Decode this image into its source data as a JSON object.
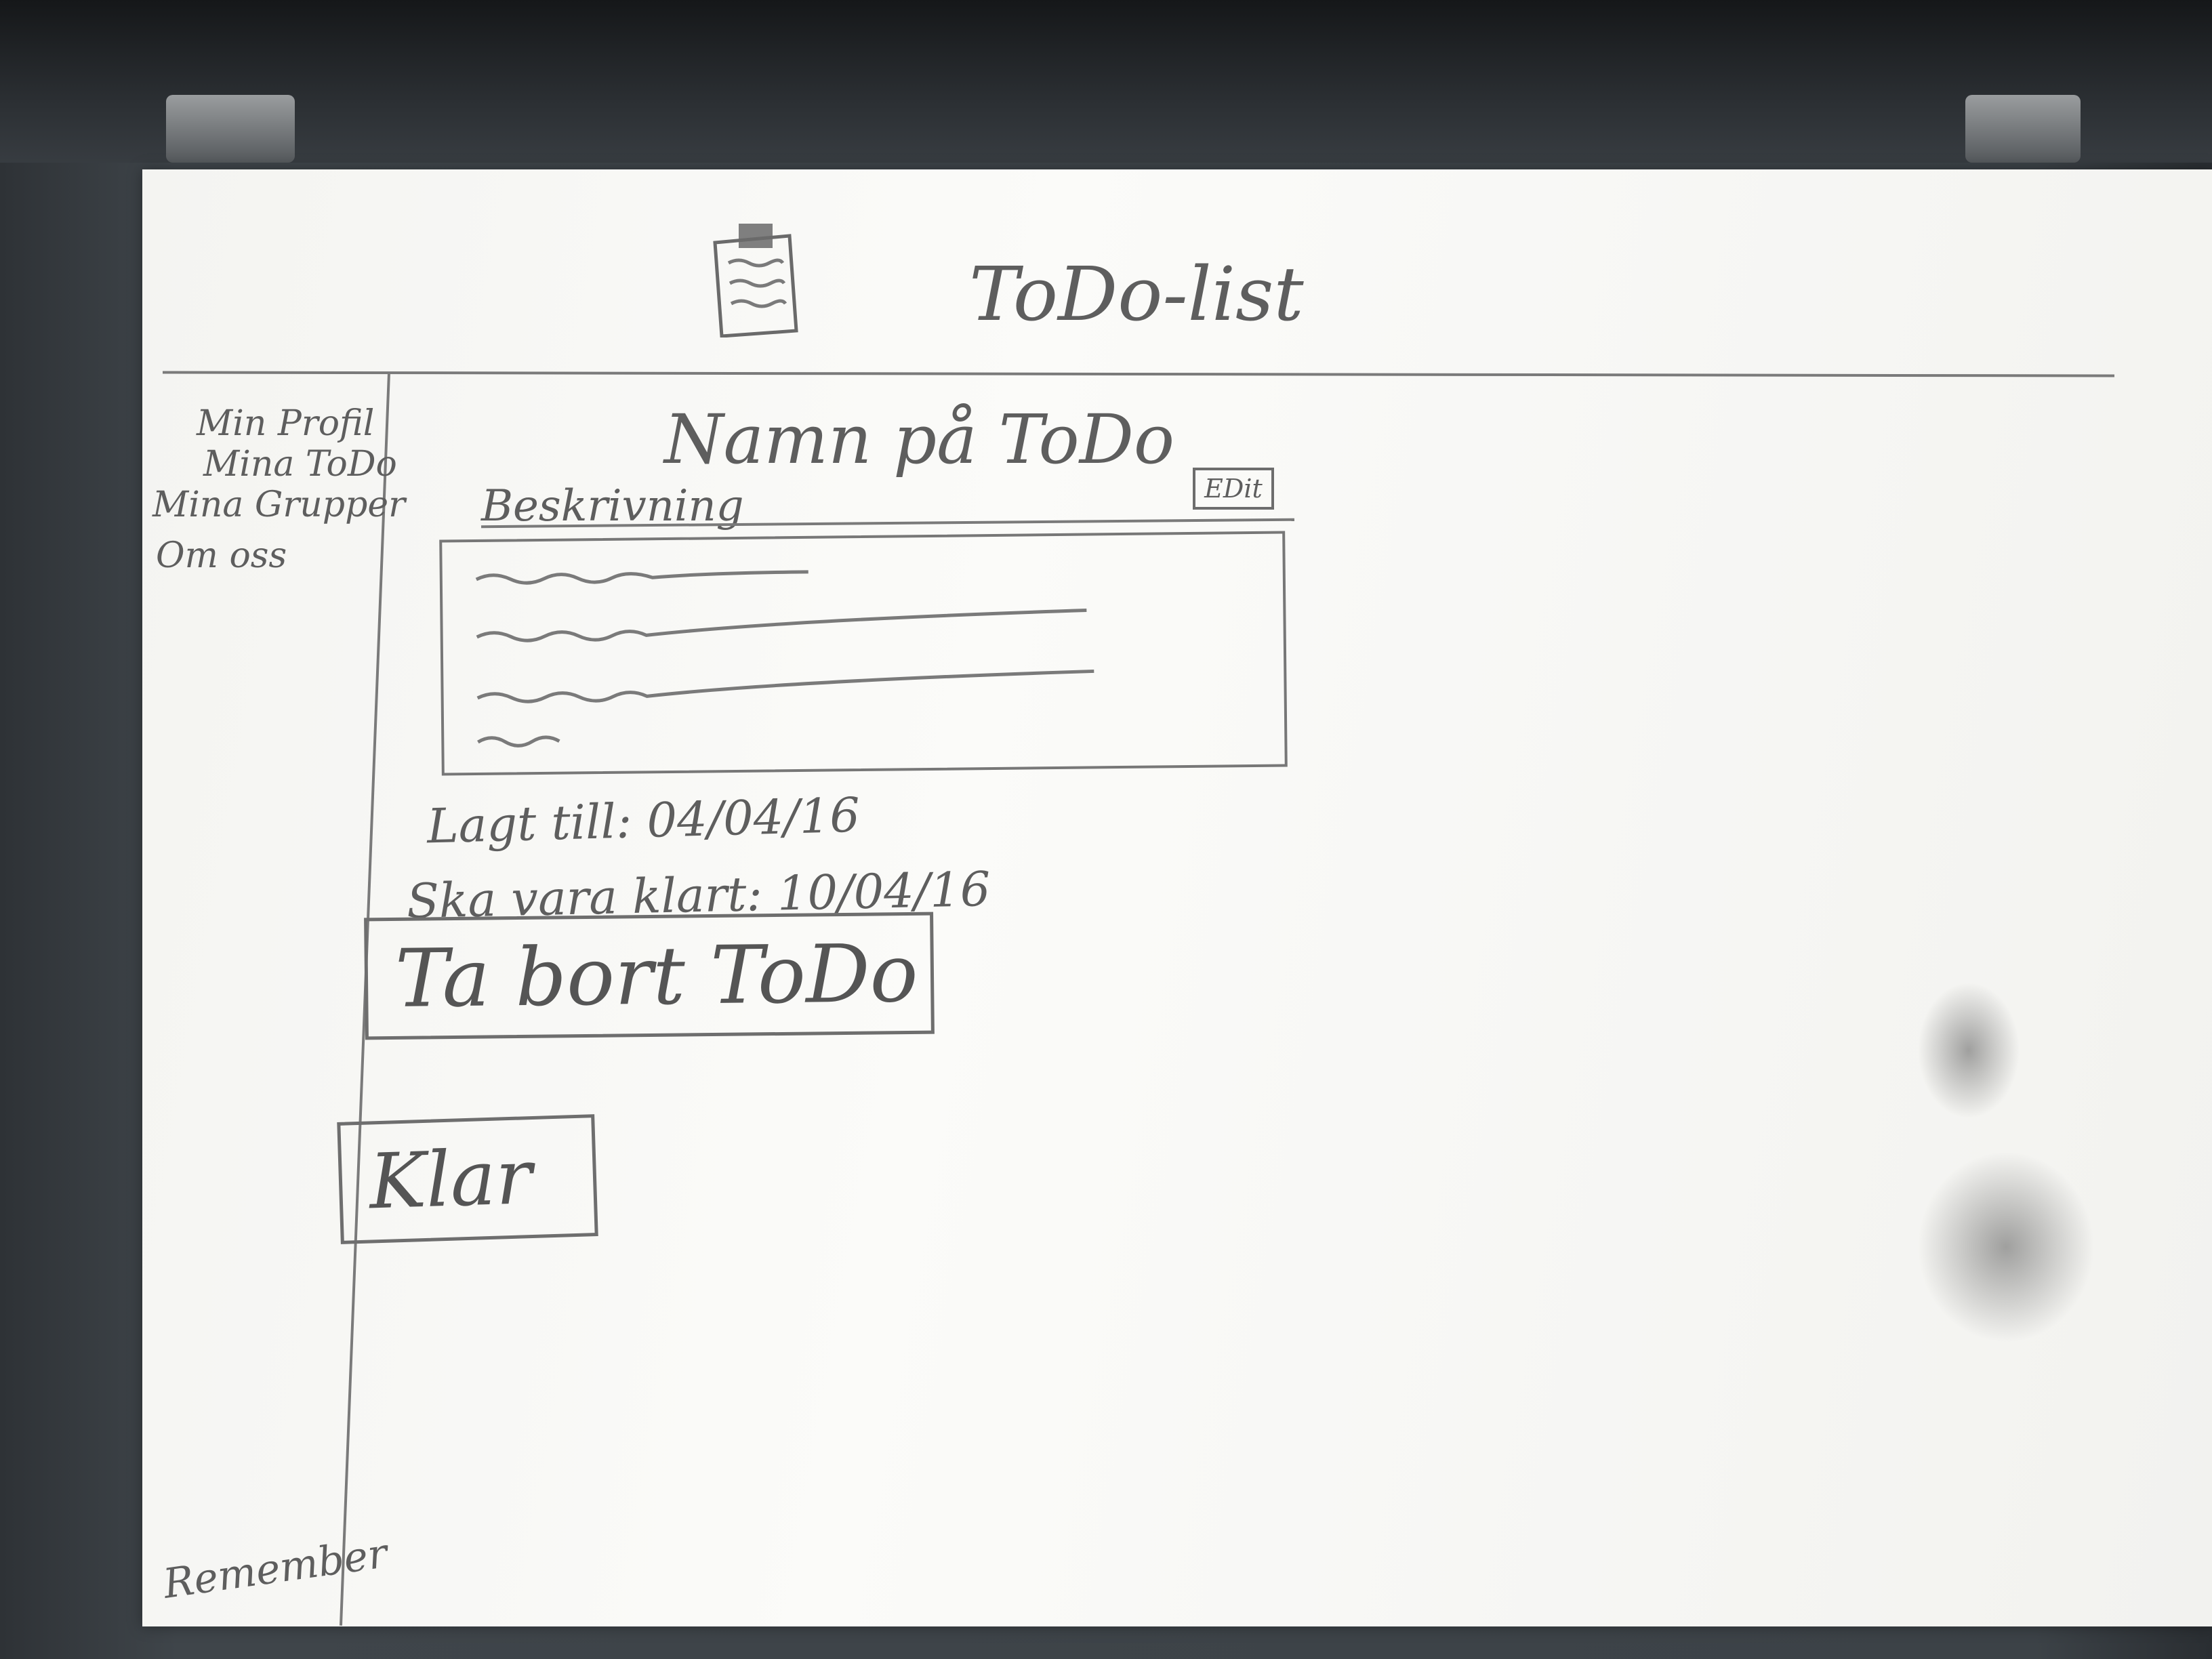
{
  "header": {
    "logo_icon": "clipboard-icon",
    "title": "ToDo-list"
  },
  "sidebar": {
    "items": [
      {
        "label": "Min Profil"
      },
      {
        "label": "Mina ToDo"
      },
      {
        "label": "Mina Grupper"
      },
      {
        "label": "Om oss"
      }
    ]
  },
  "todo": {
    "title": "Namn på ToDo",
    "description_label": "Beskrivning",
    "edit_label": "EDit",
    "added": "Lagt till: 04/04/16",
    "due": "Ska vara klart: 10/04/16",
    "remove_label": "Ta bort ToDo",
    "done_label": "Klar"
  },
  "footer": {
    "note": "Remember"
  }
}
